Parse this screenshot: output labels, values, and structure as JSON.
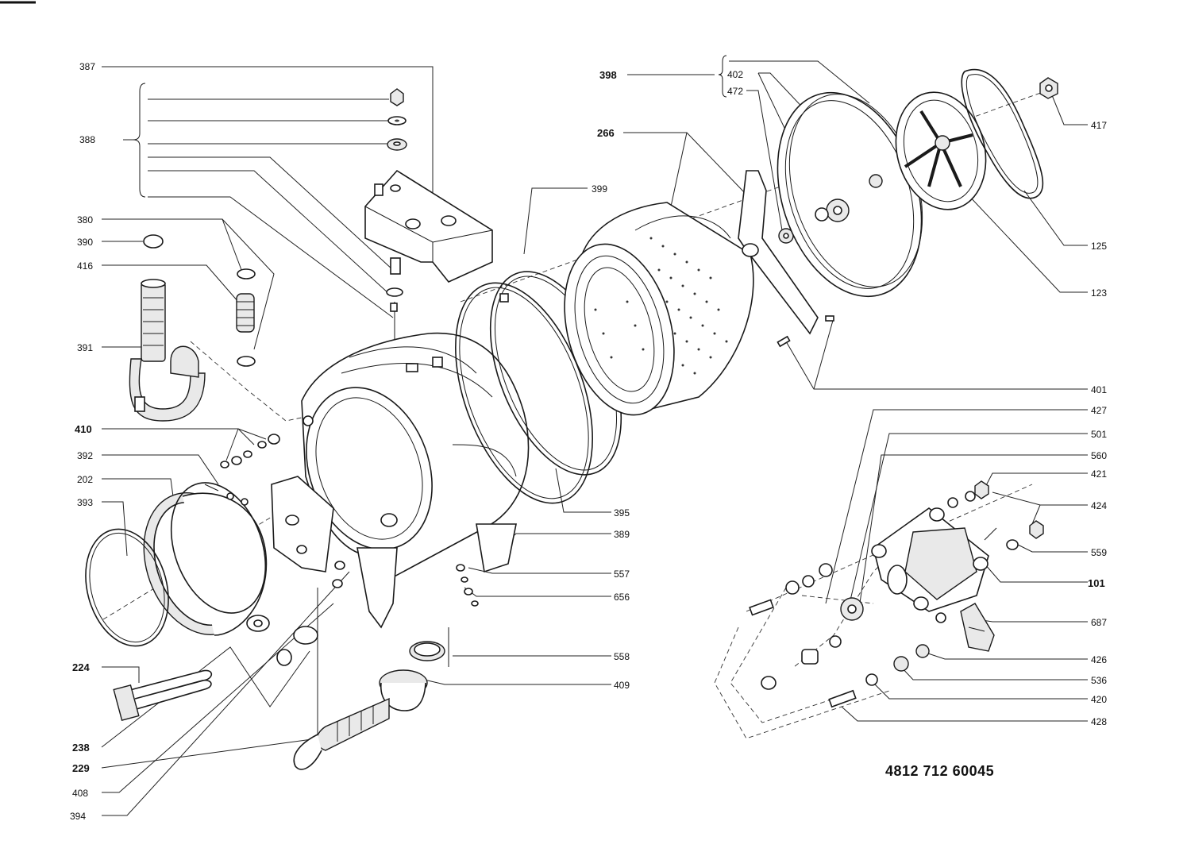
{
  "drawing_number": "4812 712 60045",
  "labels": {
    "l387": "387",
    "l388": "388",
    "l380": "380",
    "l390": "390",
    "l416": "416",
    "l391": "391",
    "l410": "410",
    "l392": "392",
    "l202": "202",
    "l393": "393",
    "l224": "224",
    "l238": "238",
    "l229": "229",
    "l408": "408",
    "l394": "394",
    "l398": "398",
    "l402": "402",
    "l472": "472",
    "l266": "266",
    "l399": "399",
    "l417": "417",
    "l125": "125",
    "l123": "123",
    "l401": "401",
    "l427": "427",
    "l501": "501",
    "l560": "560",
    "l421": "421",
    "l424": "424",
    "l559": "559",
    "l101": "101",
    "l687": "687",
    "l426": "426",
    "l536": "536",
    "l420": "420",
    "l428": "428",
    "l395": "395",
    "l389": "389",
    "l557": "557",
    "l656": "656",
    "l558": "558",
    "l409": "409"
  },
  "colors": {
    "ink": "#1a1a1a",
    "paper": "#ffffff"
  }
}
